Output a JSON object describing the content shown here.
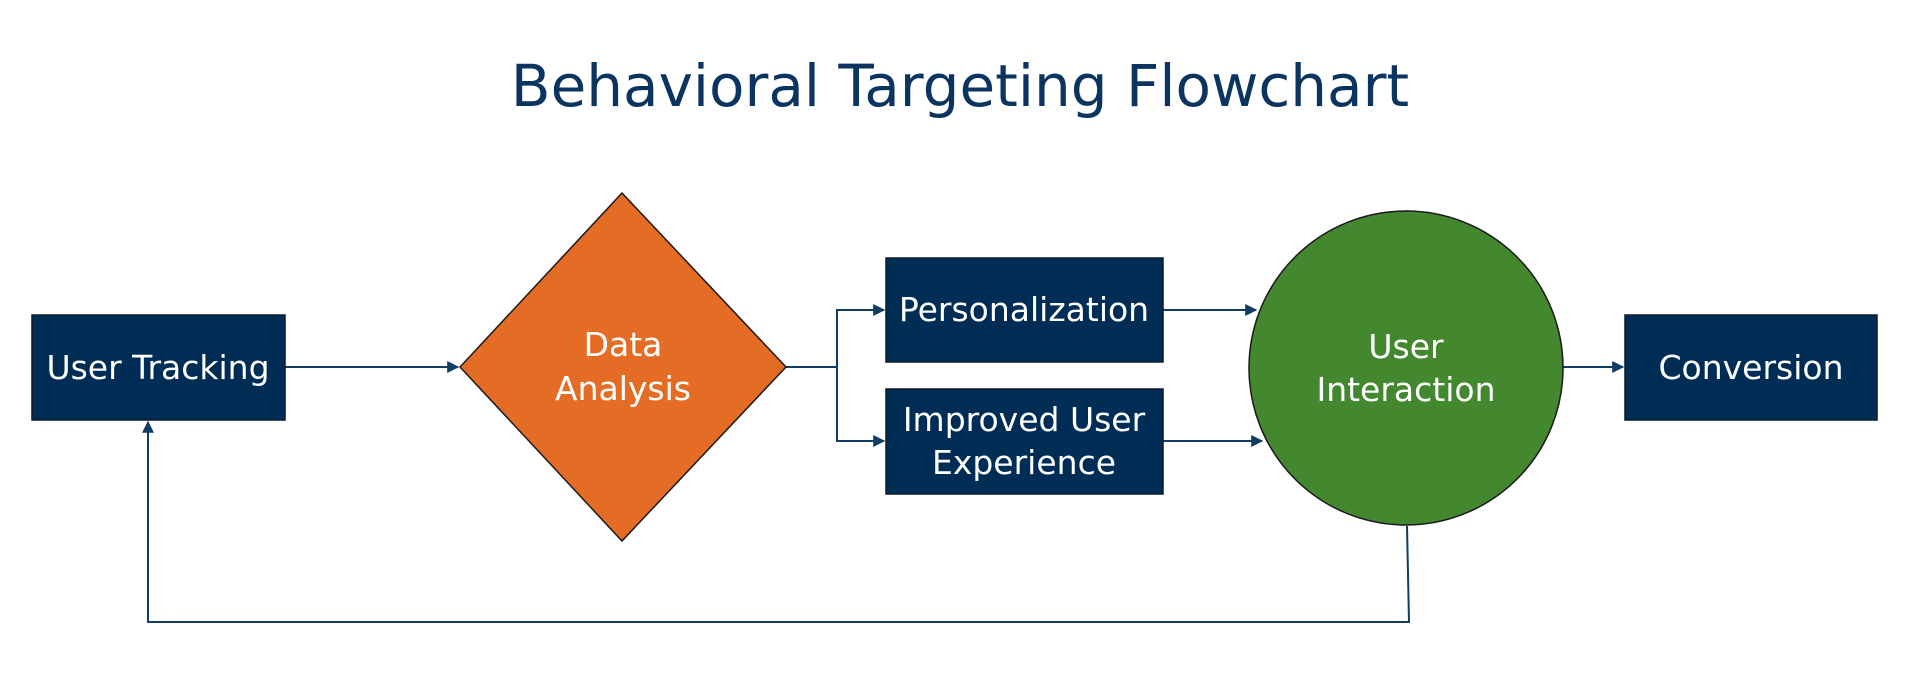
{
  "title": "Behavioral Targeting Flowchart",
  "colors": {
    "process": "#002d56",
    "decision": "#e46c25",
    "interaction": "#43882e",
    "edge": "#0f3d63",
    "title": "#0b3560",
    "node_text": "#ffffff"
  },
  "nodes": [
    {
      "id": "user-tracking",
      "shape": "rectangle",
      "lines": [
        "User Tracking"
      ]
    },
    {
      "id": "data-analysis",
      "shape": "diamond",
      "lines": [
        "Data",
        "Analysis"
      ]
    },
    {
      "id": "personalization",
      "shape": "rectangle",
      "lines": [
        "Personalization"
      ]
    },
    {
      "id": "improved-user-experience",
      "shape": "rectangle",
      "lines": [
        "Improved User",
        "Experience"
      ]
    },
    {
      "id": "user-interaction",
      "shape": "circle",
      "lines": [
        "User",
        "Interaction"
      ]
    },
    {
      "id": "conversion",
      "shape": "rectangle",
      "lines": [
        "Conversion"
      ]
    }
  ],
  "edges": [
    {
      "from": "user-tracking",
      "to": "data-analysis"
    },
    {
      "from": "data-analysis",
      "to": "personalization"
    },
    {
      "from": "data-analysis",
      "to": "improved-user-experience"
    },
    {
      "from": "personalization",
      "to": "user-interaction"
    },
    {
      "from": "improved-user-experience",
      "to": "user-interaction"
    },
    {
      "from": "user-interaction",
      "to": "conversion"
    },
    {
      "from": "user-interaction",
      "to": "user-tracking",
      "type": "feedback-loop"
    }
  ]
}
